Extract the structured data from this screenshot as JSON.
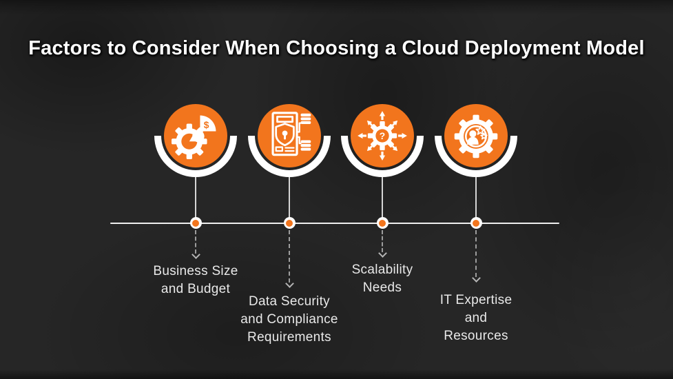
{
  "title": "Factors to Consider When Choosing a Cloud Deployment Model",
  "colors": {
    "background": "#262626",
    "accent": "#f2751d",
    "circle_fill": "#f2751d",
    "icon_fill": "#ffffff",
    "text": "#e9e9e9",
    "timeline": "#efefef"
  },
  "timeline": {
    "items": [
      {
        "icon": "budget-gear-pie-dollar-icon",
        "label_lines": [
          "Business Size",
          "and Budget"
        ]
      },
      {
        "icon": "secure-document-compliance-icon",
        "label_lines": [
          "Data Security",
          "and Compliance",
          "Requirements"
        ]
      },
      {
        "icon": "scalability-gear-arrows-icon",
        "label_lines": [
          "Scalability",
          "Needs"
        ]
      },
      {
        "icon": "it-expertise-gear-person-stars-icon",
        "label_lines": [
          "IT Expertise",
          "and",
          "Resources"
        ]
      }
    ]
  },
  "icon_glyphs": {
    "dollar_sign": "$",
    "question_mark": "?"
  }
}
